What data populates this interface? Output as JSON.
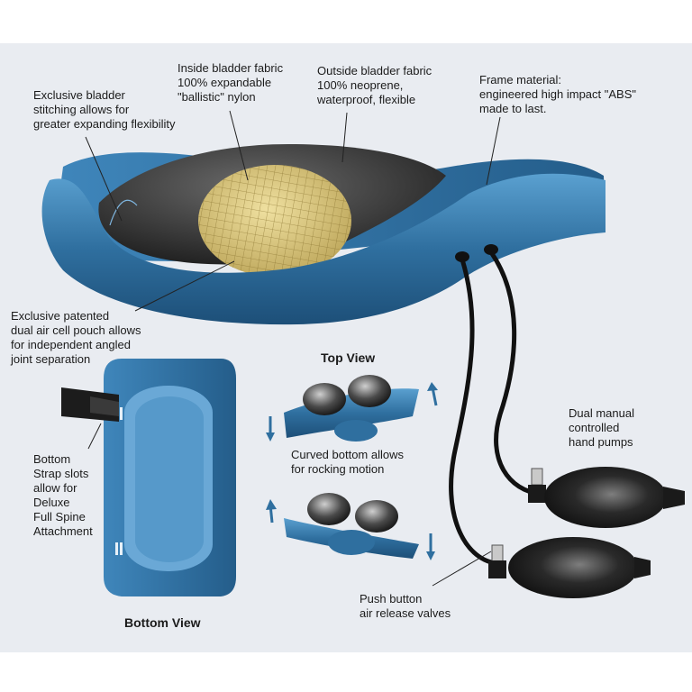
{
  "labels": {
    "bladder_stitching": "Exclusive bladder\nstitching allows for\ngreater expanding flexibility",
    "inside_fabric": "Inside bladder fabric\n100% expandable\n\"ballistic\" nylon",
    "outside_fabric": "Outside bladder fabric\n100% neoprene,\nwaterproof, flexible",
    "frame_material": "Frame material:\nengineered high impact \"ABS\"\nmade to last.",
    "dual_air_cell": "Exclusive patented\ndual air cell pouch allows\nfor independent angled\njoint separation",
    "strap_slots": "Bottom\nStrap slots\nallow for\nDeluxe\nFull Spine\nAttachment",
    "curved_bottom": "Curved bottom allows\nfor rocking motion",
    "hand_pumps": "Dual manual\ncontrolled\nhand pumps",
    "release_valves": "Push button\nair release valves"
  },
  "headings": {
    "top_view": "Top View",
    "bottom_view": "Bottom View"
  },
  "colors": {
    "frame_blue": "#2f6f9f",
    "frame_light": "#4f93c4",
    "bladder_dark": "#2b2b2b",
    "nylon_yellow": "#d8c57e",
    "panel_bg": "#e9ecf1",
    "pump_dark": "#1e1e1e"
  }
}
